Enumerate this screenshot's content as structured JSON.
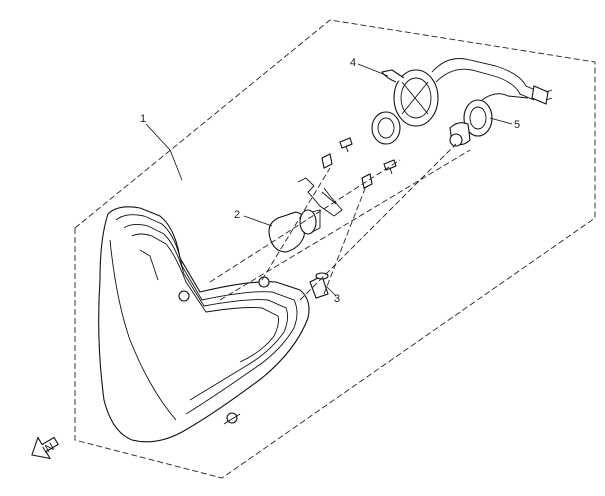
{
  "callouts": [
    {
      "id": "1",
      "label": "1"
    },
    {
      "id": "2",
      "label": "2"
    },
    {
      "id": "3",
      "label": "3"
    },
    {
      "id": "4",
      "label": "4"
    },
    {
      "id": "5",
      "label": "5"
    }
  ],
  "front_arrow": {
    "label": "IN"
  },
  "parts": [
    "headlight-assembly-housing",
    "headlight-bulb",
    "position-lamp-bulb",
    "headlight-bulb-socket-cover",
    "position-lamp-socket"
  ]
}
